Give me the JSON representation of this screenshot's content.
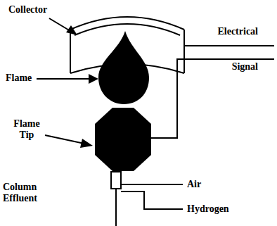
{
  "diagram": {
    "labels": [
      "Collector",
      "Electrical Signal",
      "Flame",
      "Flame Tip",
      "Column Effluent",
      "Air",
      "Hydrogen"
    ]
  }
}
